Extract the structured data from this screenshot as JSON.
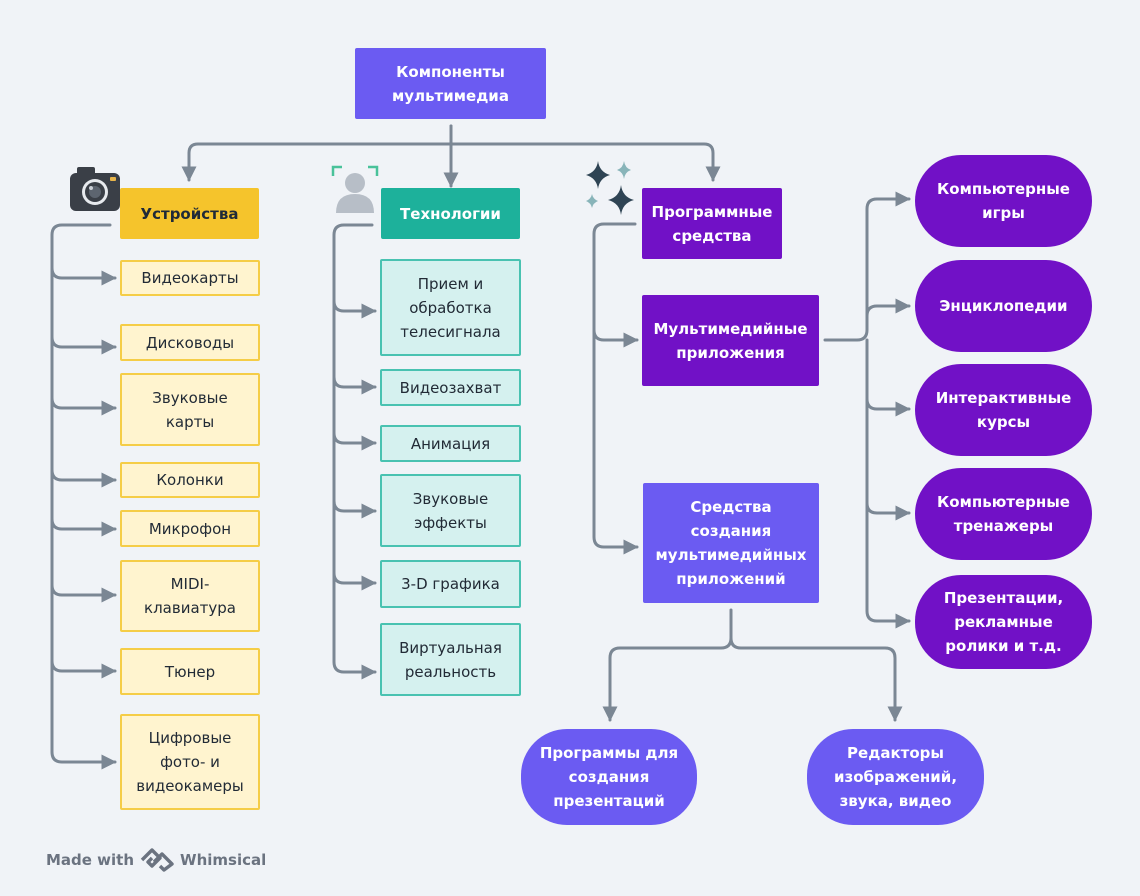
{
  "diagram": {
    "root": "Компоненты\nмультимедиа",
    "devices": {
      "title": "Устройства",
      "items": [
        "Видеокарты",
        "Дисководы",
        "Звуковые\nкарты",
        "Колонки",
        "Микрофон",
        "MIDI-\nклавиатура",
        "Тюнер",
        "Цифровые\nфото- и\nвидеокамеры"
      ]
    },
    "technologies": {
      "title": "Технологии",
      "items": [
        "Прием и\nобработка\nтелесигнала",
        "Видеозахват",
        "Анимация",
        "Звуковые\nэффекты",
        "3-D графика",
        "Виртуальная\nреальность"
      ]
    },
    "software": {
      "title": "Программные\nсредства",
      "apps": "Мультимедийные\nприложения",
      "app_types": [
        "Компьютерные\nигры",
        "Энциклопедии",
        "Интерактивные\nкурсы",
        "Компьютерные\nтренажеры",
        "Презентации,\nрекламные\nролики и т.д."
      ],
      "tools": "Средства\nсоздания\nмультимедийных\nприложений",
      "tool_types": [
        "Программы для\nсоздания\nпрезентаций",
        "Редакторы\nизображений,\nзвука, видео"
      ]
    }
  },
  "icons": [
    "camera-icon",
    "person-placeholder-icon",
    "sparkles-icon",
    "whimsical-logo-icon"
  ],
  "colors": {
    "background": "#f0f3f7",
    "connector": "#7b8794",
    "violet": "#6b5bf2",
    "purple": "#7111c6",
    "yellow": "#f5c42c",
    "teal": "#1db19b"
  },
  "footer": {
    "made_with": "Made with",
    "brand": "Whimsical"
  }
}
